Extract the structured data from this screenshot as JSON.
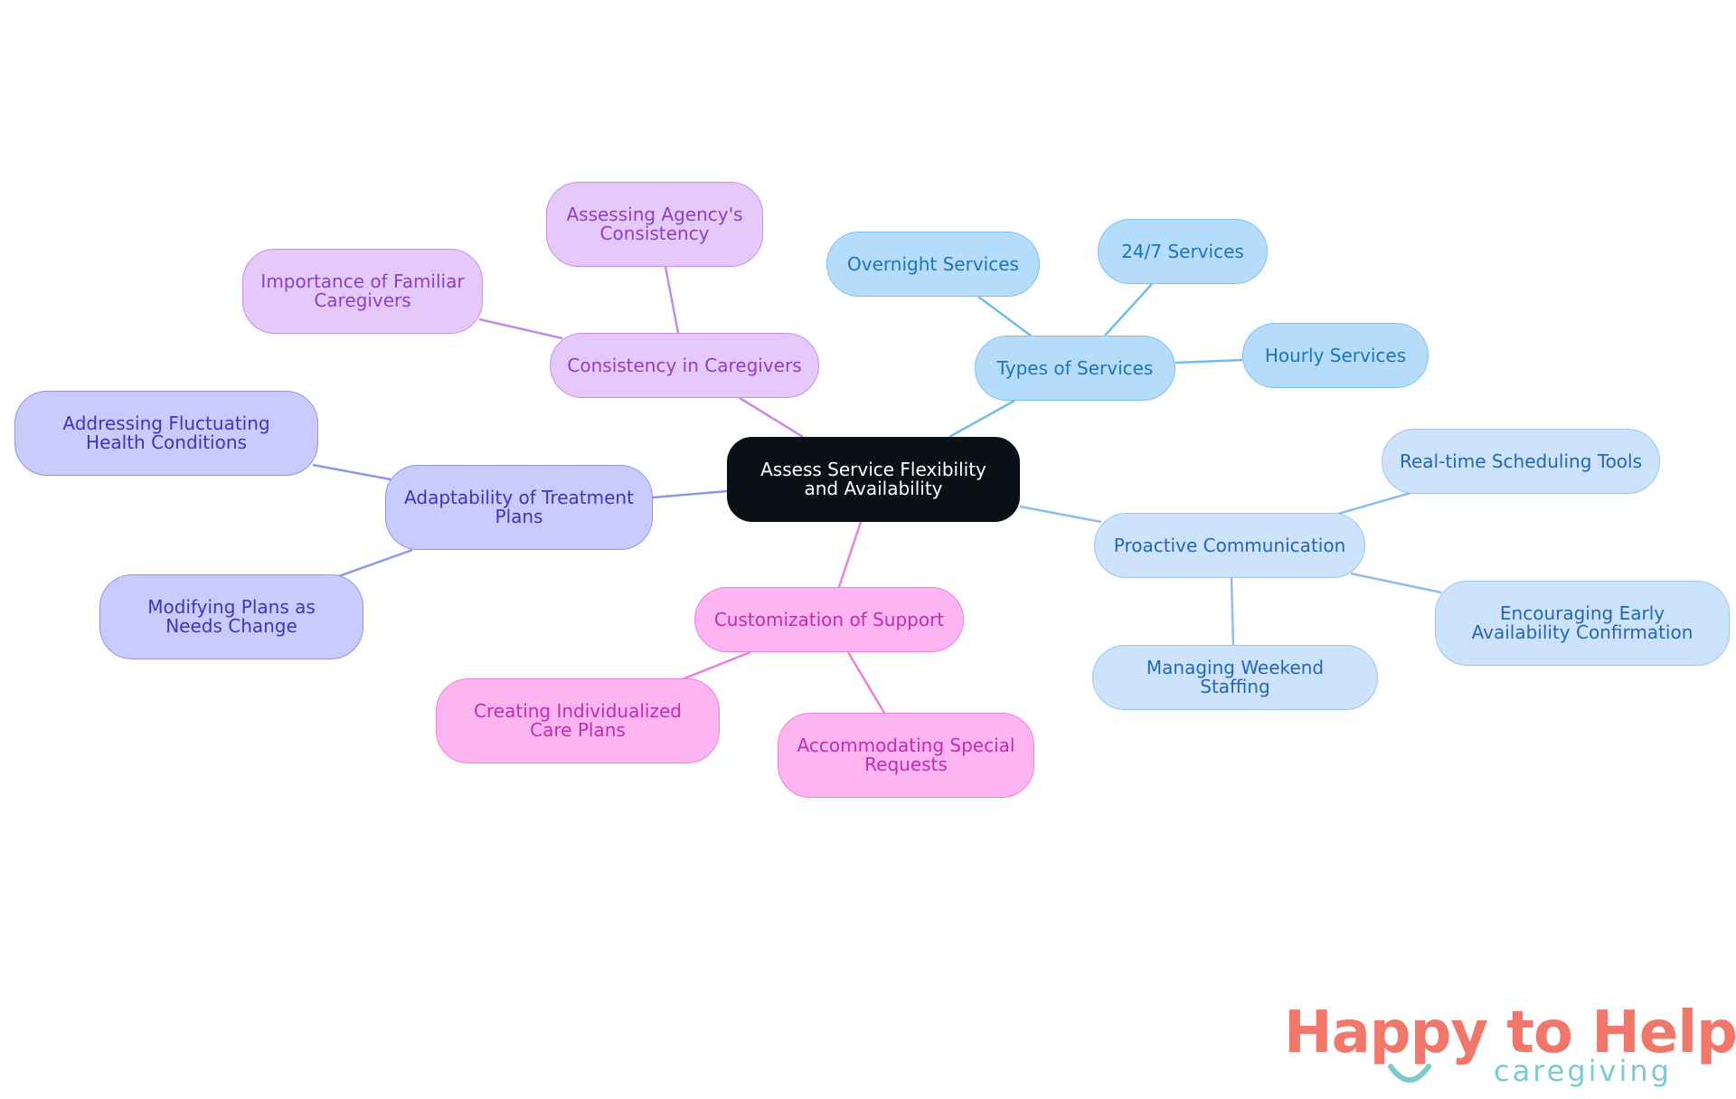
{
  "root": {
    "label": "Assess Service Flexibility and Availability"
  },
  "branches": {
    "types_of_services": {
      "label": "Types of Services",
      "children": [
        "Overnight Services",
        "24/7 Services",
        "Hourly Services"
      ]
    },
    "proactive_communication": {
      "label": "Proactive Communication",
      "children": [
        "Real-time Scheduling Tools",
        "Encouraging Early Availability Confirmation",
        "Managing Weekend Staffing"
      ]
    },
    "consistency_in_caregivers": {
      "label": "Consistency in Caregivers",
      "children": [
        "Assessing Agency's Consistency",
        "Importance of Familiar Caregivers"
      ]
    },
    "adaptability_of_treatment_plans": {
      "label": "Adaptability of Treatment Plans",
      "children": [
        "Addressing Fluctuating Health Conditions",
        "Modifying Plans as Needs Change"
      ]
    },
    "customization_of_support": {
      "label": "Customization of Support",
      "children": [
        "Creating Individualized Care Plans",
        "Accommodating Special Requests"
      ]
    }
  },
  "colors": {
    "root": "#0b1017",
    "types_of_services": "#b5ddfb",
    "proactive_communication": "#cde2fb",
    "consistency_in_caregivers": "#e6c9fb",
    "adaptability_of_treatment_plans": "#c8cbfc",
    "customization_of_support": "#fcb5f1"
  },
  "logo": {
    "brand": "Happy to Help",
    "subtitle": "caregiving"
  }
}
